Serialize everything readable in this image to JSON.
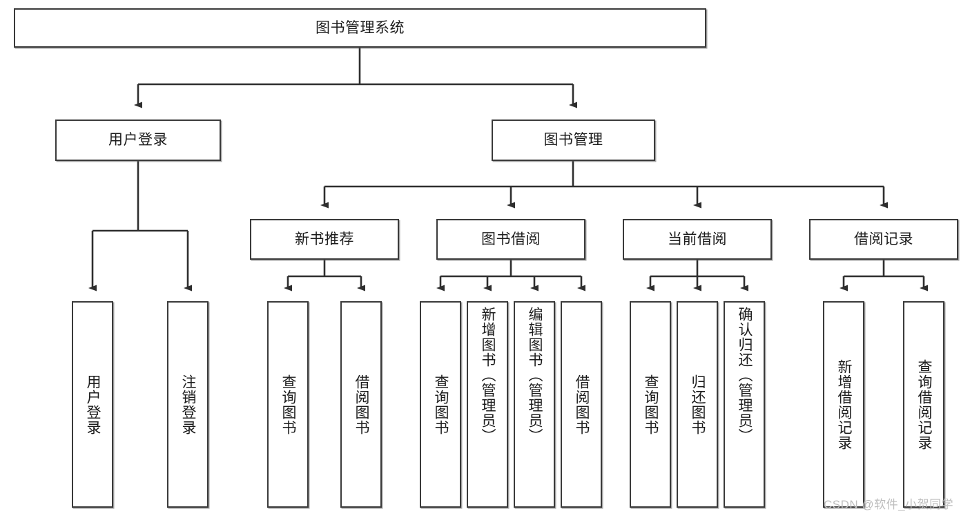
{
  "diagram": {
    "title": "图书管理系统",
    "type": "functional-decomposition-tree",
    "root": {
      "label": "图书管理系统"
    },
    "level2": [
      {
        "label": "用户登录"
      },
      {
        "label": "图书管理"
      }
    ],
    "level3": [
      {
        "label": "新书推荐"
      },
      {
        "label": "图书借阅"
      },
      {
        "label": "当前借阅"
      },
      {
        "label": "借阅记录"
      }
    ],
    "leaves": {
      "user_login": [
        {
          "label": "用户登录"
        },
        {
          "label": "注销登录"
        }
      ],
      "new_book_recommend": [
        {
          "label": "查询图书"
        },
        {
          "label": "借阅图书"
        }
      ],
      "book_borrow": [
        {
          "label": "查询图书"
        },
        {
          "label": "新增图书（管理员）"
        },
        {
          "label": "编辑图书（管理员）"
        },
        {
          "label": "借阅图书"
        }
      ],
      "current_borrow": [
        {
          "label": "查询图书"
        },
        {
          "label": "归还图书"
        },
        {
          "label": "确认归还（管理员）"
        }
      ],
      "borrow_record": [
        {
          "label": "新增借阅记录"
        },
        {
          "label": "查询借阅记录"
        }
      ]
    },
    "watermark": "CSDN @软件_小贺同学",
    "colors": {
      "stroke": "#3a3a3a",
      "fill": "#ffffff",
      "text": "#1c1c1c",
      "watermark": "#bdbdbd"
    }
  }
}
